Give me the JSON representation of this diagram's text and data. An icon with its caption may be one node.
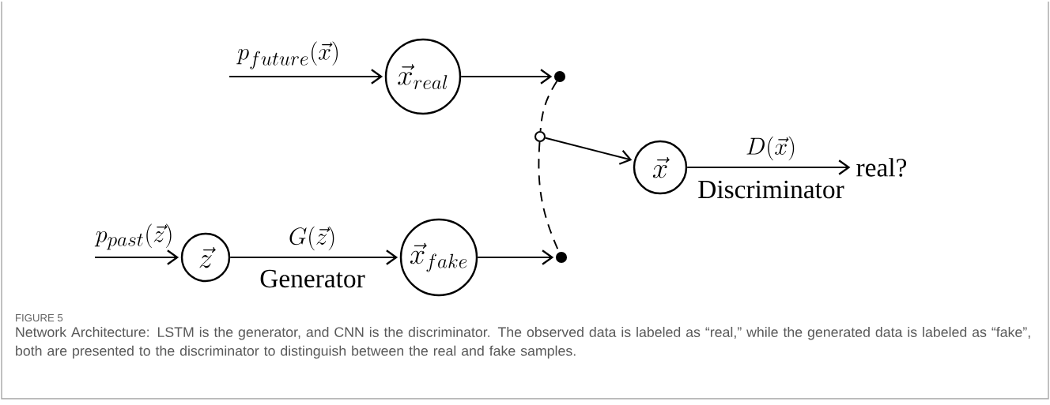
{
  "diagram": {
    "title": "FIGURE 5",
    "caption": "Network Architecture: LSTM is the generator, and CNN is the discriminator. The observed data is labeled as “real,” while the generated data is labeled as “fake”, both are presented to the discriminator to distinguish between the real and fake samples.",
    "nodes": [
      {
        "text": [
          "\\vec{x}_{real}"
        ]
      },
      {
        "text": [],
        "shape": "circle"
      },
      {
        "text": [],
        "shape": "circle"
      },
      {
        "text": [],
        "shape": "circle"
      },
      {
        "text": [
          "\\vec{z}"
        ]
      },
      {
        "text": [
          "\\vec{x}_{fake}"
        ]
      },
      {
        "text": [
          "\\vec{x}"
        ]
      },
      {
        "text": [
          "real?"
        ]
      }
    ],
    "edges": [
      {
        "from": null,
        "to": 0,
        "arrow": "to",
        "label": "p_{future}(\\vec{x})"
      },
      {
        "from": 0,
        "to": 1,
        "arrow": "to"
      },
      {
        "from": 1,
        "to": 2,
        "arrow": "none",
        "style": "dashed"
      },
      {
        "from": 2,
        "to": 3,
        "arrow": "none",
        "style": "dashed"
      },
      {
        "from": 2,
        "to": 6,
        "arrow": "to"
      },
      {
        "from": null,
        "to": 4,
        "arrow": "to",
        "label": "p_{past}(\\vec{z})"
      },
      {
        "from": 4,
        "to": 5,
        "arrow": "to",
        "label": "G(\\vec{z})"
      },
      {
        "from": 5,
        "to": 3,
        "arrow": "to"
      },
      {
        "from": 6,
        "to": 7,
        "arrow": "to",
        "label": "D(\\vec{x})"
      }
    ],
    "labels": [
      "Generator",
      "Discriminator"
    ]
  }
}
